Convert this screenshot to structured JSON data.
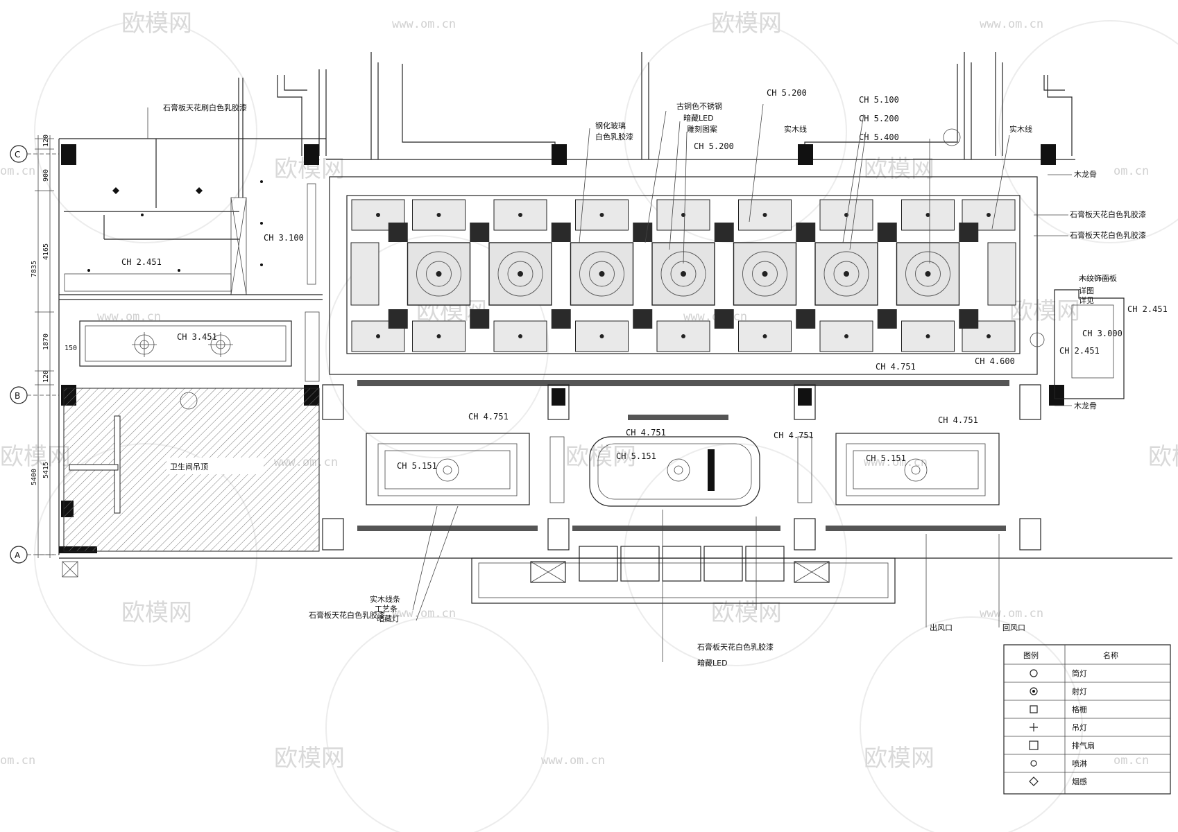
{
  "watermark": {
    "brand": "欧模网",
    "url": "www.om.cn",
    "url_short": "om.cn"
  },
  "axes": [
    "C",
    "B",
    "A"
  ],
  "dimensions": {
    "d1": "120",
    "d2": "900",
    "d3": "4165",
    "d4": "7835",
    "d5": "1870",
    "d6": "120",
    "d7": "5400",
    "d8": "5415",
    "d9": "150"
  },
  "ceiling_heights": {
    "left_upper": "CH 3.100",
    "left_mid": "CH 2.451",
    "left_low": "CH 3.451",
    "top1": "CH 5.200",
    "top2": "CH 5.100",
    "top3": "CH 5.200",
    "top4": "CH 5.400",
    "top5": "CH 5.200",
    "band_mid": "CH 4.751",
    "band_right": "CH 4.600",
    "low_left": "CH 4.751",
    "low_left_in": "CH 5.151",
    "low_center": "CH 4.751",
    "low_center_in": "CH 5.151",
    "low_center_r": "CH 4.751",
    "low_right": "CH 4.751",
    "low_right_in": "CH 5.151",
    "side_a": "CH 2.451",
    "side_b": "CH 3.000",
    "side_c": "CH 2.451"
  },
  "annotations": {
    "a1": "石膏板天花刷白色乳胶漆",
    "a2": "钢化玻璃",
    "a3": "白色乳胶漆",
    "a4": "古铜色不锈钢",
    "a5": "暗藏LED",
    "a6": "雕刻图案",
    "a7": "实木线",
    "a8": "实木线",
    "a9": "木龙骨",
    "a10": "石膏板天花白色乳胶漆",
    "a11": "石膏板天花白色乳胶漆",
    "a12": "木纹饰面板",
    "a13": "木龙骨",
    "a14": "实木线条",
    "a15": "工艺条",
    "a16": "暗藏灯",
    "a17": "石膏板天花白色乳胶漆",
    "a18": "石膏板天花白色乳胶漆",
    "a19": "暗藏LED",
    "a20": "出风口",
    "a21": "回风口",
    "a22": "卫生间吊顶",
    "a23": "详见",
    "a24": "详图"
  },
  "legend": {
    "header_symbol": "图例",
    "header_name": "名称",
    "rows": [
      {
        "icon": "downlight-icon",
        "name": "筒灯"
      },
      {
        "icon": "spotlight-icon",
        "name": "射灯"
      },
      {
        "icon": "grille-icon",
        "name": "格栅"
      },
      {
        "icon": "chandelier-icon",
        "name": "吊灯"
      },
      {
        "icon": "exhaust-icon",
        "name": "排气扇"
      },
      {
        "icon": "speaker-icon",
        "name": "喷淋"
      },
      {
        "icon": "smoke-icon",
        "name": "烟感"
      }
    ]
  }
}
